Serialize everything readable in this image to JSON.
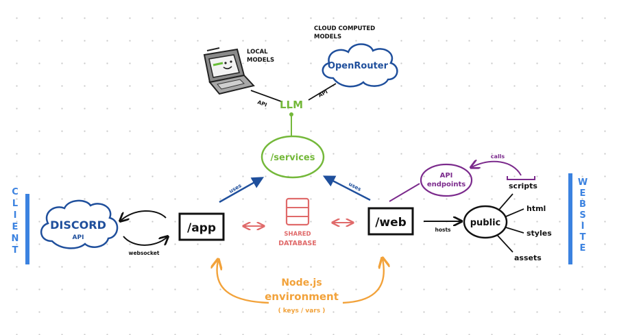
{
  "nodes": {
    "local_models": [
      "LOCAL",
      "MODELS"
    ],
    "cloud_models": [
      "CLOUD COMPUTED",
      "MODELS"
    ],
    "openrouter": "OpenRouter",
    "llm": "LLM",
    "services": "/services",
    "discord": "DISCORD",
    "discord_api": "API",
    "app": "/app",
    "web": "/web",
    "shared_db": [
      "SHARED",
      "DATABASE"
    ],
    "public": "public",
    "api_endpoints": [
      "API",
      "endpoints"
    ],
    "public_children": [
      "scripts",
      "html",
      "styles",
      "assets"
    ],
    "nodejs": [
      "Node.js",
      "environment",
      "( keys / vars )"
    ]
  },
  "edge_labels": {
    "api_left": "API",
    "api_right": "API",
    "uses_app": "uses",
    "uses_web": "uses",
    "websocket": "websocket",
    "hosts": "hosts",
    "calls": "calls"
  },
  "side_labels": {
    "client": "CLIENT",
    "website": "WEBSITE"
  },
  "colors": {
    "ink": "#111111",
    "blue": "#1f4f9c",
    "green": "#74b83a",
    "red": "#e06a6a",
    "purple": "#7b2a8c",
    "orange": "#f2a23a",
    "bright_blue": "#3b82e0"
  }
}
